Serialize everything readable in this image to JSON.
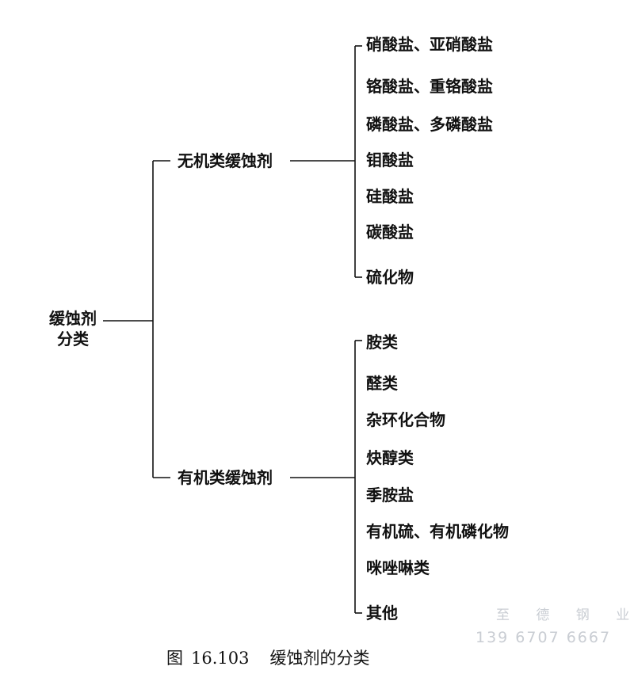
{
  "root": {
    "line1": "缓蚀剂",
    "line2": "分类"
  },
  "branches": [
    {
      "label": "无机类缓蚀剂",
      "items": [
        "硝酸盐、亚硝酸盐",
        "铬酸盐、重铬酸盐",
        "磷酸盐、多磷酸盐",
        "钼酸盐",
        "硅酸盐",
        "碳酸盐",
        "硫化物"
      ]
    },
    {
      "label": "有机类缓蚀剂",
      "items": [
        "胺类",
        "醛类",
        "杂环化合物",
        "炔醇类",
        "季胺盐",
        "有机硫、有机磷化物",
        "咪唑啉类",
        "其他"
      ]
    }
  ],
  "caption": {
    "prefix": "图",
    "number": "16.103",
    "title": "缓蚀剂的分类"
  },
  "watermark": {
    "name": "至 德 钢 业",
    "phone": "139 6707 6667"
  },
  "colors": {
    "ink": "#111111",
    "watermark": "#c9cdd3"
  }
}
